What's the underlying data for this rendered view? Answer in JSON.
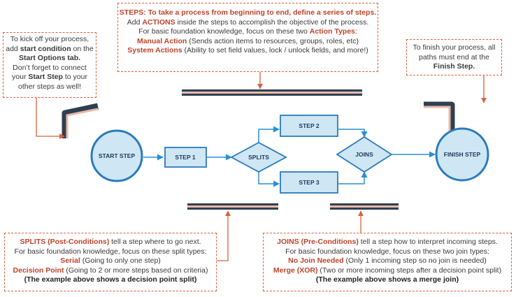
{
  "notes": {
    "start": {
      "l1": "To kick off your process,",
      "l2a": "add ",
      "l2b": "start condition",
      "l2c": " on the",
      "l3": "Start Options tab.",
      "l4": "Don’t forget to connect",
      "l5a": "your ",
      "l5b": "Start Step",
      "l5c": " to your",
      "l6": "other steps as well!"
    },
    "steps": {
      "l1": "STEPS: To take a process from beginning to end, define a series of steps.",
      "l2a": "Add ",
      "l2b": "ACTIONS",
      "l2c": " inside the steps to accomplish the objective of the process.",
      "l3a": "For basic foundation knowledge, focus on these two ",
      "l3b": "Action Types",
      "l3c": ":",
      "l4a": "Manual Action",
      "l4b": " (Sends action items to resources, groups, roles, etc)",
      "l5a": "System Actions",
      "l5b": " (Ability to set field values, lock / unlock fields, and more!)"
    },
    "finish": {
      "l1": "To finish your process, all",
      "l2": "paths must end at the",
      "l3": "Finish Step."
    },
    "splits": {
      "l1a": "SPLITS (Post-Conditions)",
      "l1b": " tell a step where to go next.",
      "l2": "For basic foundation knowledge, focus on these split types:",
      "l3a": "Serial",
      "l3b": " (Going to only one step)",
      "l4a": "Decision Point",
      "l4b": " (Going to 2 or more steps based on criteria)",
      "l5": "(The example above shows a decision point split)"
    },
    "joins": {
      "l1a": "JOINS (Pre-Conditions)",
      "l1b": " tell a step how to interpret incoming steps.",
      "l2": "For basic foundation knowledge, focus on these two join types:",
      "l3a": "No Join Needed",
      "l3b": " (Only 1 incoming step so no join is needed)",
      "l4a": "Merge (XOR)",
      "l4b": " (Two or more incoming steps after a decision point split)",
      "l5": "(The example above shows a merge join)"
    }
  },
  "diagram": {
    "start_step": "START STEP",
    "step1": "STEP 1",
    "splits": "SPLITS",
    "step2": "STEP 2",
    "step3": "STEP 3",
    "joins": "JOINS",
    "finish_step": "FINISH STEP"
  },
  "colors": {
    "node_fill": "#cfe6f5",
    "node_stroke": "#2a7bbd",
    "arrow": "#2a8fd6",
    "bar_dark": "#2f3f52",
    "bar_light": "#e8b9a8",
    "callout_border": "#d9603f",
    "accent_red": "#c0432a"
  }
}
